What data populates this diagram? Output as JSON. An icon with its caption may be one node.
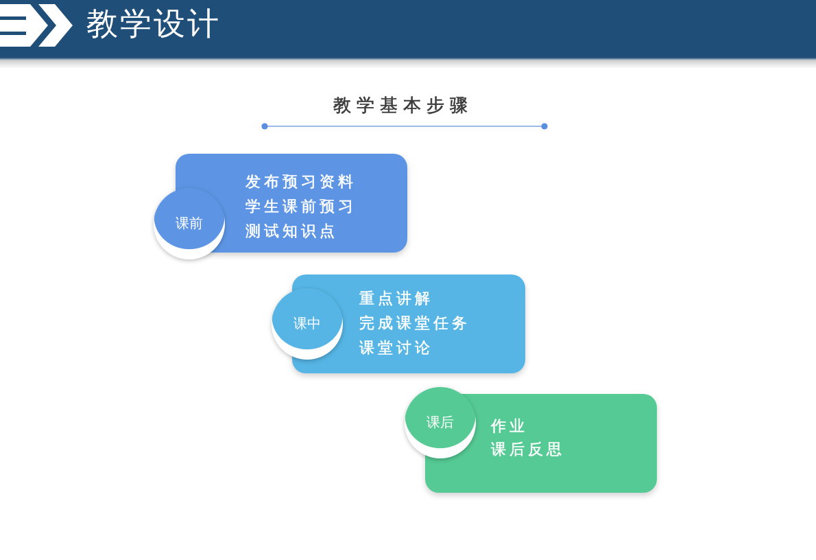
{
  "diagram": {
    "title": "教学设计",
    "nodes": [
      {
        "text": [
          "课前"
        ]
      },
      {
        "text": [
          "发布预习资料",
          "学生课前预习",
          "测试知识点"
        ]
      },
      {
        "text": [
          "课中"
        ]
      },
      {
        "text": [
          "重点讲解",
          "完成课堂任务",
          "课堂讨论"
        ]
      },
      {
        "text": [
          "课后"
        ]
      },
      {
        "text": [
          "作业",
          "课后反思"
        ]
      }
    ],
    "labels": [
      "教学基本步骤"
    ]
  }
}
